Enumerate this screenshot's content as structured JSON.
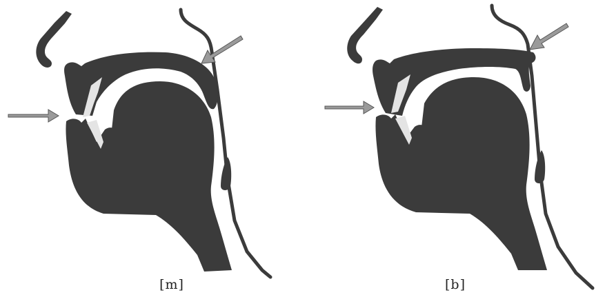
{
  "colors": {
    "tissue": "#3b3b3b",
    "teeth": "#e4e4e4",
    "arrow": "#9a9a9a",
    "arrow_outline": "#555555",
    "background": "#ffffff"
  },
  "panels": [
    {
      "label": "[m]",
      "velum": "lowered"
    },
    {
      "label": "[b]",
      "velum": "raised"
    }
  ]
}
